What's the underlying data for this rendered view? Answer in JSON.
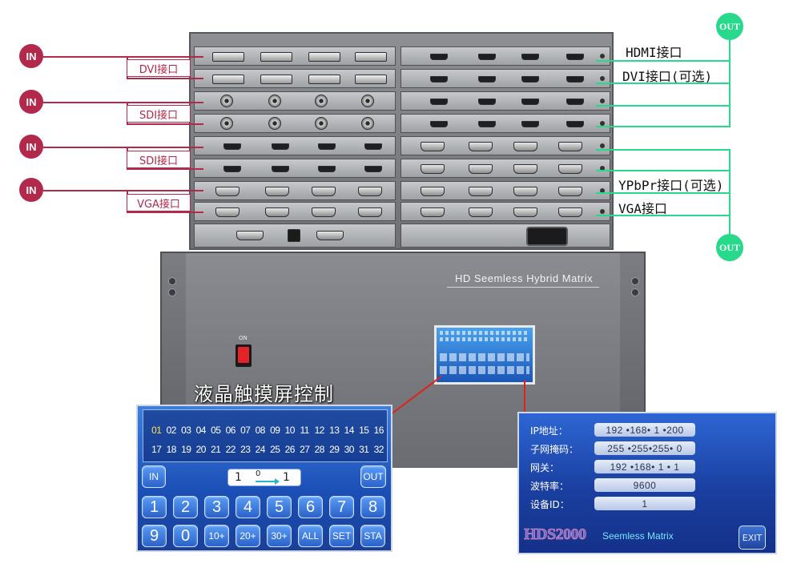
{
  "inputs": {
    "badge": "IN",
    "labels": [
      "DVI接口",
      "SDI接口",
      "SDI接口",
      "VGA接口"
    ]
  },
  "outputs": {
    "badge": "OUT",
    "labels": [
      "HDMI接口",
      "DVI接口(可选)",
      "YPbPr接口(可选)",
      "VGA接口"
    ]
  },
  "front_panel": {
    "title": "HD  Seemless  Hybrid  Matrix",
    "power_label": "ON"
  },
  "lcd_caption": "液晶触摸屏控制",
  "touch_screen": {
    "channels_row1": [
      "01",
      "02",
      "03",
      "04",
      "05",
      "06",
      "07",
      "08",
      "09",
      "10",
      "11",
      "12",
      "13",
      "14",
      "15",
      "16"
    ],
    "channels_row2": [
      "17",
      "18",
      "19",
      "20",
      "21",
      "22",
      "23",
      "24",
      "25",
      "26",
      "27",
      "28",
      "29",
      "30",
      "31",
      "32"
    ],
    "highlighted_channels": [
      "01"
    ],
    "in_key": "IN",
    "out_key": "OUT",
    "route_in": "1",
    "route_mid": "0",
    "route_out": "1",
    "keys_row1": [
      "1",
      "2",
      "3",
      "4",
      "5",
      "6",
      "7",
      "8"
    ],
    "keys_row2": [
      "9",
      "0",
      "10+",
      "20+",
      "30+",
      "ALL",
      "SET",
      "STA"
    ]
  },
  "network_screen": {
    "fields": [
      {
        "label": "IP地址：",
        "value": "192 •168•  1  •200"
      },
      {
        "label": "子网掩码：",
        "value": "255 •255•255•  0"
      },
      {
        "label": "网关：",
        "value": "192 •168•  1  •  1"
      },
      {
        "label": "波特率：",
        "value": "9600"
      },
      {
        "label": "设备ID：",
        "value": "1"
      }
    ],
    "brand": "HDS2000",
    "brand_sub": "Seemless Matrix",
    "exit_key": "EXIT"
  },
  "colors": {
    "input_accent": "#b3294b",
    "output_accent": "#27d98a",
    "lcd_blue": "#1b4fb5"
  }
}
